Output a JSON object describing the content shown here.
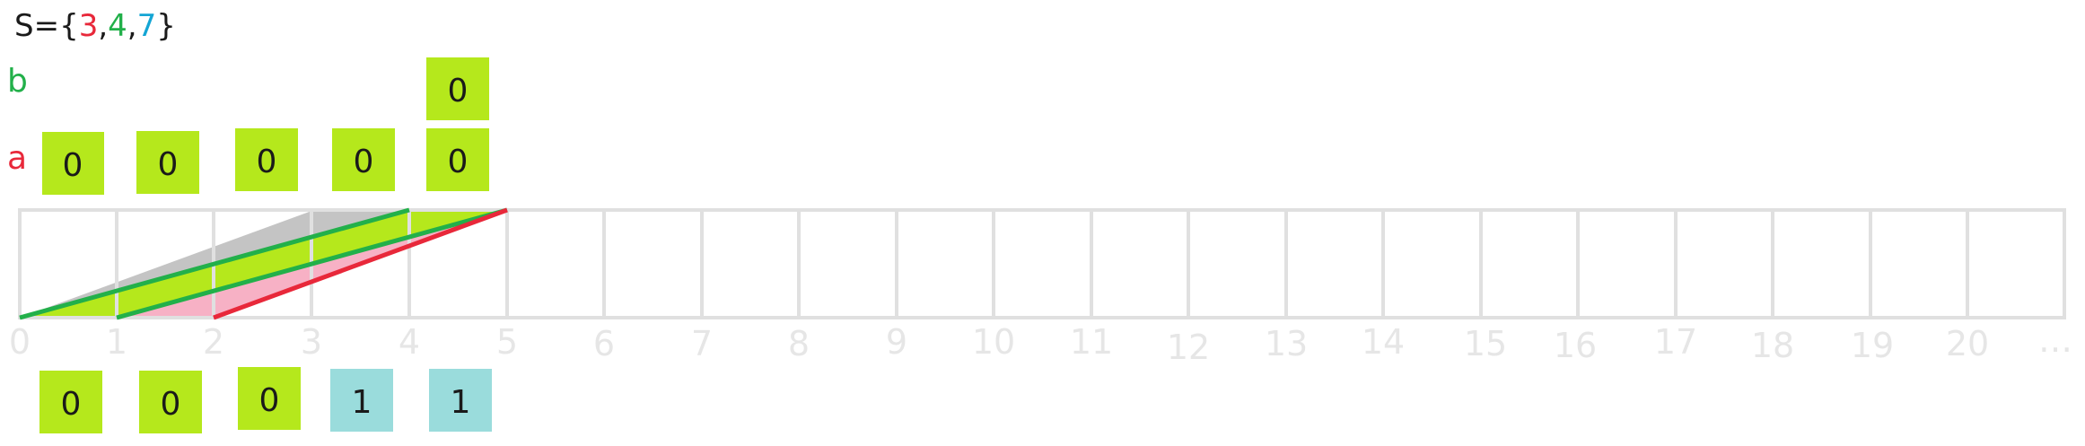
{
  "set": {
    "prefix": "S={",
    "items": [
      {
        "text": "3",
        "color": "#e8283a"
      },
      {
        "text": "4",
        "color": "#22b04a"
      },
      {
        "text": "7",
        "color": "#14a5d4"
      }
    ],
    "separator": ",",
    "suffix": "}"
  },
  "rows": {
    "b": {
      "label": "b",
      "color": "#22b04a"
    },
    "a": {
      "label": "a",
      "color": "#e8283a"
    }
  },
  "b_boxes": [
    {
      "value": "0",
      "color": "#b5e81c"
    }
  ],
  "a_boxes": [
    {
      "value": "0",
      "color": "#b5e81c"
    },
    {
      "value": "0",
      "color": "#b5e81c"
    },
    {
      "value": "0",
      "color": "#b5e81c"
    },
    {
      "value": "0",
      "color": "#b5e81c"
    },
    {
      "value": "0",
      "color": "#b5e81c"
    }
  ],
  "axis_labels": [
    "0",
    "1",
    "2",
    "3",
    "4",
    "5",
    "6",
    "7",
    "8",
    "9",
    "10",
    "11",
    "12",
    "13",
    "14",
    "15",
    "16",
    "17",
    "18",
    "19",
    "20",
    "…"
  ],
  "result_boxes": [
    {
      "value": "0",
      "color": "#b5e81c"
    },
    {
      "value": "0",
      "color": "#b5e81c"
    },
    {
      "value": "0",
      "color": "#b5e81c"
    },
    {
      "value": "1",
      "color": "#9adcdc"
    },
    {
      "value": "1",
      "color": "#9adcdc"
    }
  ],
  "colors": {
    "grid": "#e0e0e0",
    "axis_label": "#e6e6e6",
    "gray_fill": "#c4c4c4",
    "green_fill": "#b5e81c",
    "pink_fill": "#f7b1c5",
    "green_line": "#22b04a",
    "red_line": "#e8283a",
    "text": "#1a1a1a"
  }
}
